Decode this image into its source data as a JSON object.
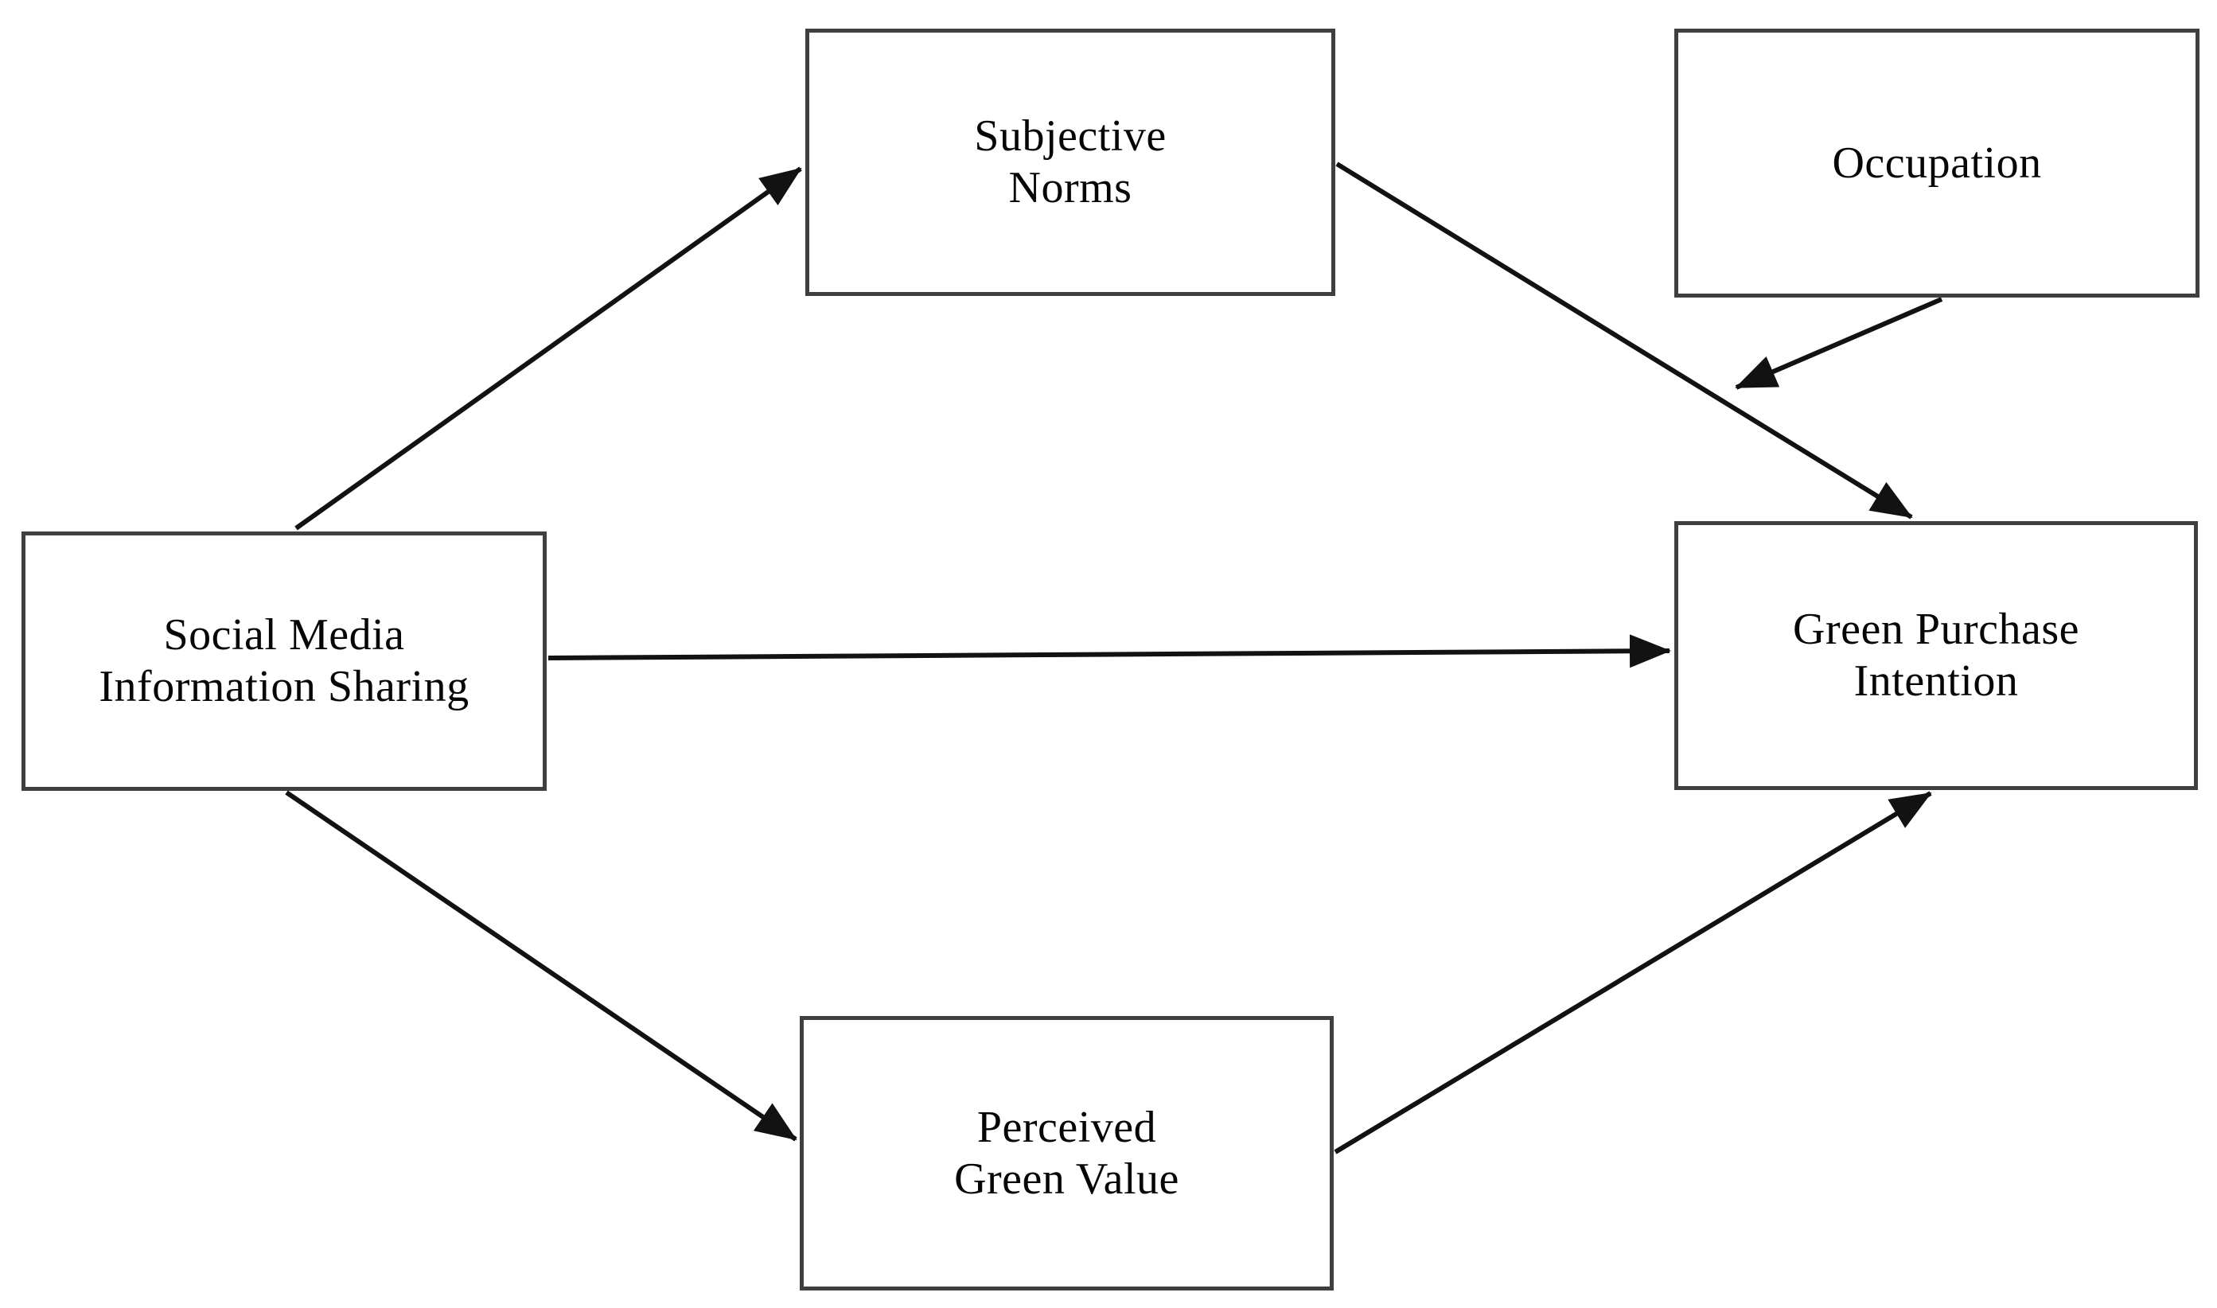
{
  "figure": {
    "type": "conceptual-model-diagram",
    "background": "#ffffff",
    "line_color": "#121212",
    "box_border_color": "#3f3f3f",
    "text_color": "#060606"
  },
  "nodes": {
    "social_media_information_sharing": {
      "label": "Social Media\nInformation Sharing"
    },
    "subjective_norms": {
      "label": "Subjective\nNorms"
    },
    "occupation": {
      "label": "Occupation"
    },
    "green_purchase_intention": {
      "label": "Green Purchase\nIntention"
    },
    "perceived_green_value": {
      "label": "Perceived\nGreen Value"
    }
  },
  "edges": [
    {
      "from": "social_media_information_sharing",
      "to": "subjective_norms",
      "type": "direct-arrow"
    },
    {
      "from": "social_media_information_sharing",
      "to": "green_purchase_intention",
      "type": "direct-arrow"
    },
    {
      "from": "social_media_information_sharing",
      "to": "perceived_green_value",
      "type": "direct-arrow"
    },
    {
      "from": "subjective_norms",
      "to": "green_purchase_intention",
      "type": "direct-arrow"
    },
    {
      "from": "perceived_green_value",
      "to": "green_purchase_intention",
      "type": "direct-arrow"
    },
    {
      "from": "occupation",
      "to": "path:subjective_norms->green_purchase_intention",
      "type": "moderation-arrow"
    }
  ]
}
